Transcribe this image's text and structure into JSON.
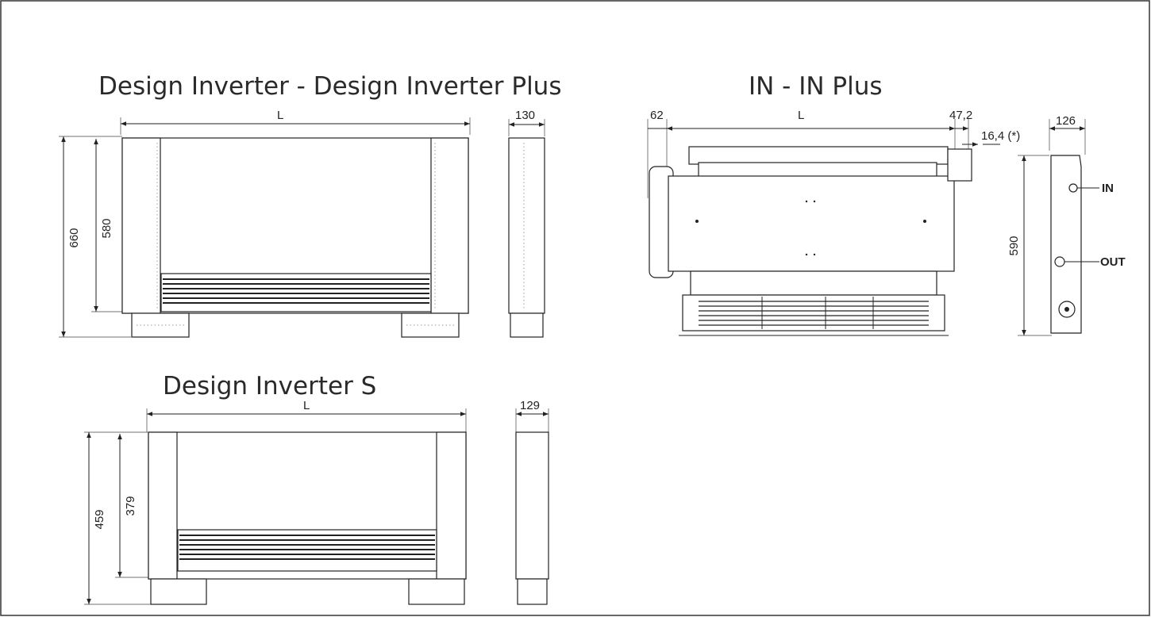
{
  "sections": {
    "design_inverter": {
      "title": "Design Inverter - Design Inverter Plus",
      "length_label": "L",
      "depth": "130",
      "total_height": "660",
      "body_height": "580"
    },
    "in_plus": {
      "title": "IN - IN Plus",
      "length_label": "L",
      "left_offset": "62",
      "right_offset": "47,2",
      "pipe_offset": "16,4 (*)",
      "depth": "126",
      "height": "590",
      "connection_in": "IN",
      "connection_out": "OUT"
    },
    "design_inverter_s": {
      "title": "Design Inverter S",
      "length_label": "L",
      "depth": "129",
      "total_height": "459",
      "body_height": "379"
    }
  }
}
